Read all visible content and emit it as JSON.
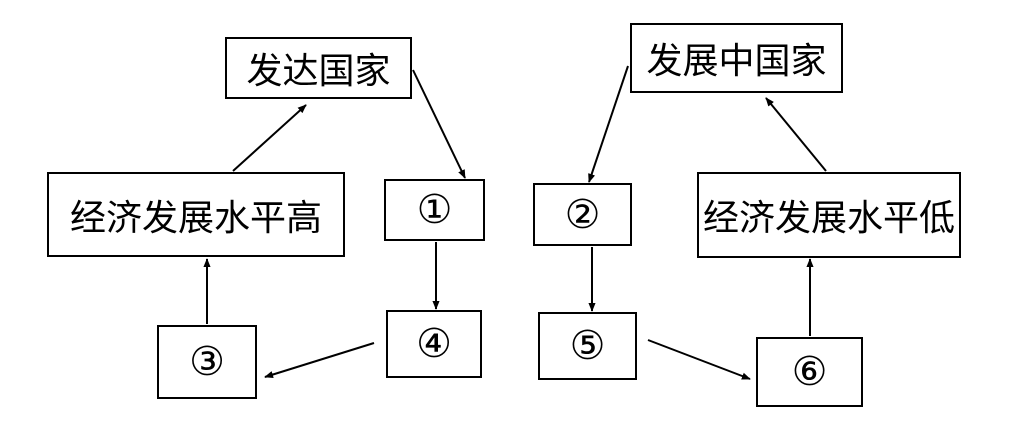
{
  "nodes": {
    "developed": "发达国家",
    "developing": "发展中国家",
    "high_level": "经济发展水平高",
    "low_level": "经济发展水平低",
    "n1": "①",
    "n2": "②",
    "n3": "③",
    "n4": "④",
    "n5": "⑤",
    "n6": "⑥"
  }
}
